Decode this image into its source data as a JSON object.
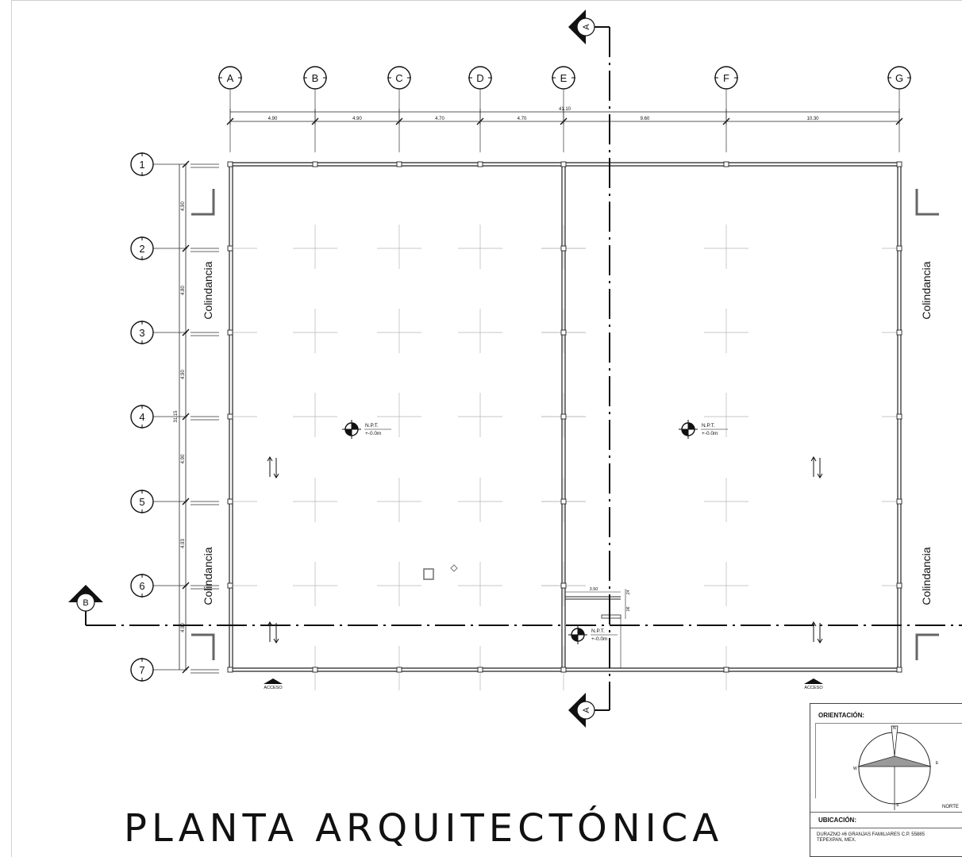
{
  "drawing": {
    "title": "PLANTA ARQUITECTÓNICA",
    "column_axes": [
      "A",
      "B",
      "C",
      "D",
      "E",
      "F",
      "G"
    ],
    "row_axes": [
      "1",
      "2",
      "3",
      "4",
      "5",
      "6",
      "7"
    ],
    "total_width": "41.10",
    "span_dims": [
      "4.90",
      "4.90",
      "4.70",
      "4.70",
      "9.60",
      "10.30"
    ],
    "total_height": "31.15",
    "row_dims": [
      "4.90",
      "4.80",
      "4.90",
      "4.90",
      "4.93",
      "4.90"
    ],
    "section_marks": {
      "a": "A",
      "b": "B"
    },
    "boundary_label": "Colindancia",
    "access_label": "ACCESO",
    "level_label": "N.P.T.",
    "level_value": "+-0.0m",
    "small_dims": [
      "3.50",
      ".24",
      ".06"
    ]
  },
  "title_block": {
    "orientation_label": "ORIENTACIÓN:",
    "compass": {
      "n": "N",
      "s": "S",
      "e": "E",
      "w": "W"
    },
    "north_note": "NORTE",
    "location_label": "UBICACIÓN:",
    "address_line1": "DURAZNO #6 GRANJAS FAMILIARES C.P. 55885",
    "address_line2": "TEPEXPAN, MEX."
  }
}
